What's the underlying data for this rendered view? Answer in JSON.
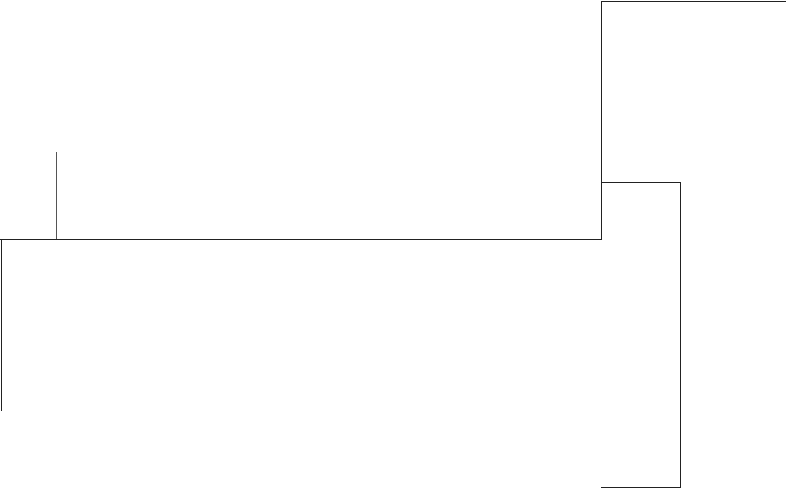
{
  "diagram": {
    "line_color": "#222222",
    "accent_line_color": "#555555",
    "background": "#ffffff",
    "segments": [
      {
        "id": "top-right-horizontal"
      },
      {
        "id": "right-upper-vertical"
      },
      {
        "id": "main-horizontal"
      },
      {
        "id": "left-tick-vertical"
      },
      {
        "id": "left-lower-vertical"
      },
      {
        "id": "right-bracket-top"
      },
      {
        "id": "right-bracket-vertical"
      },
      {
        "id": "right-bracket-bottom"
      }
    ]
  }
}
